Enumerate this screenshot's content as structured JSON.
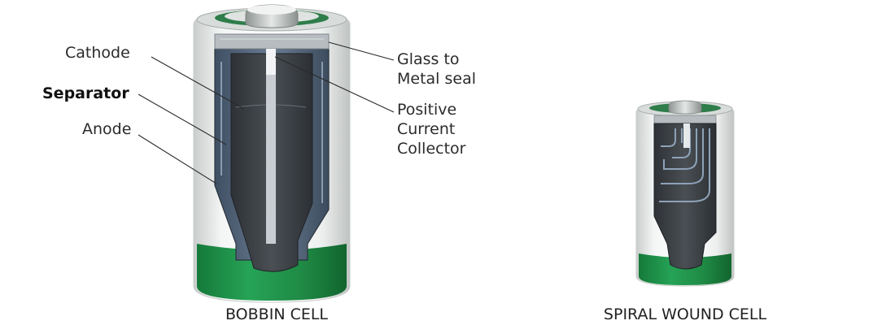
{
  "bobbin": {
    "caption": "BOBBIN CELL",
    "labels": {
      "cathode": "Cathode",
      "separator": "Separator",
      "anode": "Anode",
      "glass_seal_line1": "Glass to",
      "glass_seal_line2": "Metal seal",
      "collector_line1": "Positive",
      "collector_line2": "Current",
      "collector_line3": "Collector"
    }
  },
  "spiral": {
    "caption": "SPIRAL WOUND CELL"
  },
  "colors": {
    "casing_band": "#1f8a45",
    "casing_body": "#e9ecea",
    "core_dark": "#3b3f44",
    "separator_blue": "#4d5f75"
  }
}
